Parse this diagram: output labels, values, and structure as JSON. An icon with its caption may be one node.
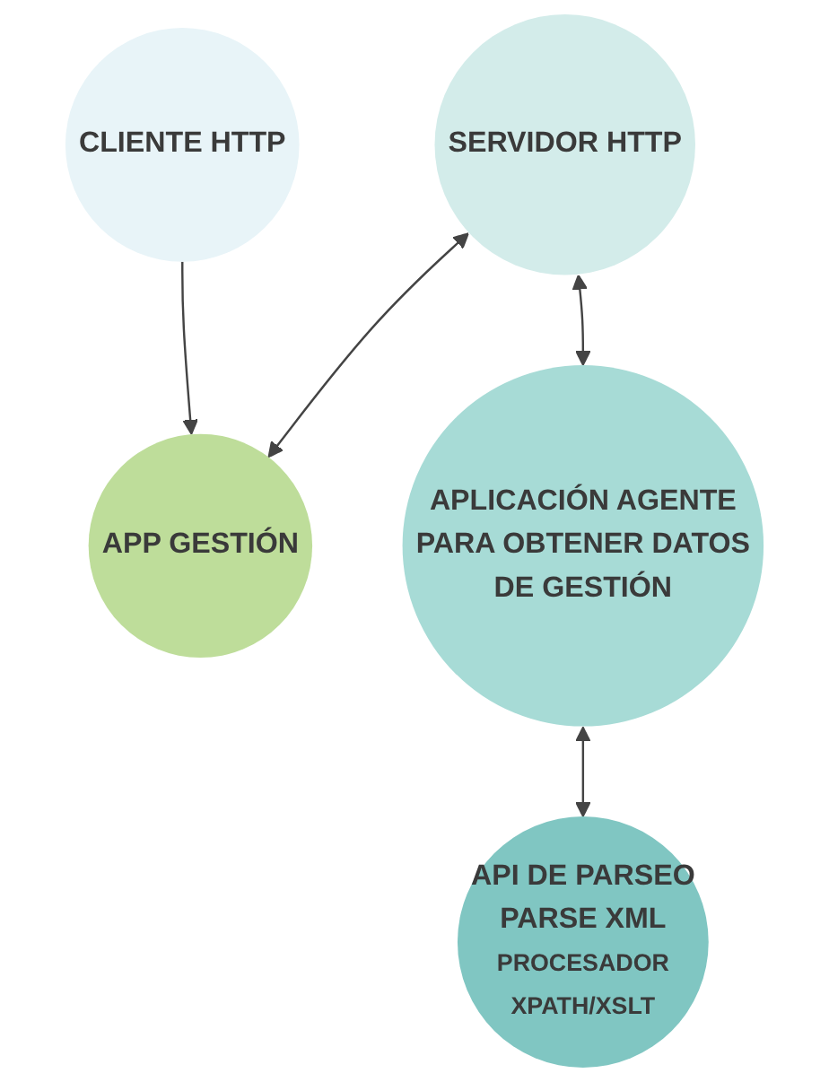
{
  "diagram": {
    "nodes": [
      {
        "text": [
          "CLIENTE HTTP"
        ]
      },
      {
        "text": [
          "APP GESTIÓN"
        ]
      },
      {
        "text": [
          "SERVIDOR HTTP"
        ]
      },
      {
        "text": [
          "APLICACIÓN AGENTE PARA OBTENER DATOS DE GESTIÓN"
        ]
      },
      {
        "text": [
          "API DE PARSEO PARSE XML",
          "PROCESADOR XPATH/XSLT"
        ]
      }
    ],
    "edges": [
      {
        "from": 0,
        "to": 1,
        "arrow": "to"
      },
      {
        "from": 2,
        "to": 1,
        "arrow": "both"
      },
      {
        "from": 2,
        "to": 3,
        "arrow": "both"
      },
      {
        "from": 3,
        "to": 4,
        "arrow": "both"
      }
    ]
  }
}
